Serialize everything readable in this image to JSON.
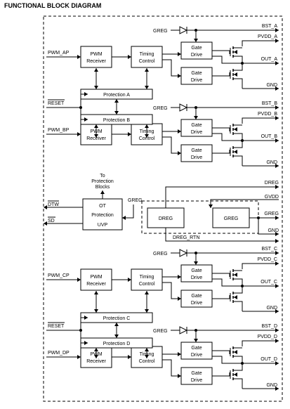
{
  "title": "FUNCTIONAL BLOCK DIAGRAM",
  "channels": {
    "a": {
      "input": "PWM_AP",
      "bst": "BST_A",
      "pvdd": "PVDD_A",
      "out": "OUT_A",
      "gnd": "GND"
    },
    "b": {
      "input": "PWM_BP",
      "bst": "BST_B",
      "pvdd": "PVDD_B",
      "out": "OUT_B",
      "gnd": "GND"
    },
    "c": {
      "input": "PWM_CP",
      "bst": "BST_C",
      "pvdd": "PVDD_C",
      "out": "OUT_C",
      "gnd": "GND"
    },
    "d": {
      "input": "PWM_DP",
      "bst": "BST_D",
      "pvdd": "PVDD_D",
      "out": "OUT_D",
      "gnd": "GND"
    }
  },
  "blocks": {
    "pwm_receiver_1": "PWM",
    "pwm_receiver_2": "Receiver",
    "timing_control_1": "Timing",
    "timing_control_2": "Control",
    "gate_drive_1": "Gate",
    "gate_drive_2": "Drive",
    "protection_a": "Protection A",
    "protection_b": "Protection B",
    "protection_c": "Protection C",
    "protection_d": "Protection D",
    "ot": "OT",
    "protection": "Protection",
    "uvp": "UVP",
    "dreg_block": "DREG",
    "greg_block": "GREG"
  },
  "signals": {
    "greg": "GREG",
    "reset": "RESET",
    "dtw": "DTW",
    "sd": "SD",
    "to_protection_1": "To",
    "to_protection_2": "Protection",
    "to_protection_3": "Blocks",
    "dreg": "DREG",
    "gvdd": "GVDD",
    "gnd": "GND",
    "dreg_rtn": "DREG_RTN"
  }
}
